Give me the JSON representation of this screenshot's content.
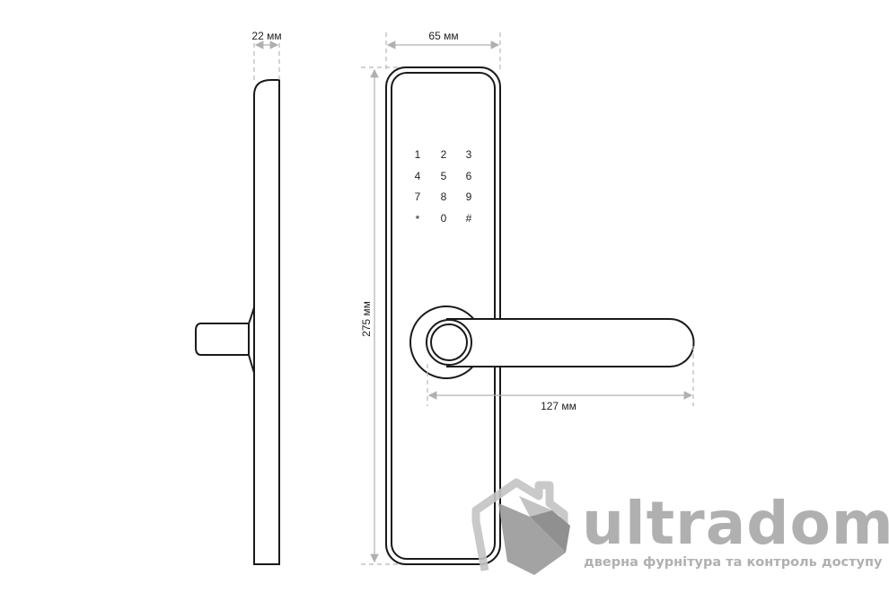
{
  "dimensions": {
    "depth": "22 мм",
    "width": "65 мм",
    "height": "275 мм",
    "handle_length": "127 мм"
  },
  "keypad": {
    "keys": [
      "1",
      "2",
      "3",
      "4",
      "5",
      "6",
      "7",
      "8",
      "9",
      "*",
      "0",
      "#"
    ]
  },
  "watermark": {
    "brand": "ultradom",
    "tagline": "дверна фурнітура та контроль доступу"
  }
}
